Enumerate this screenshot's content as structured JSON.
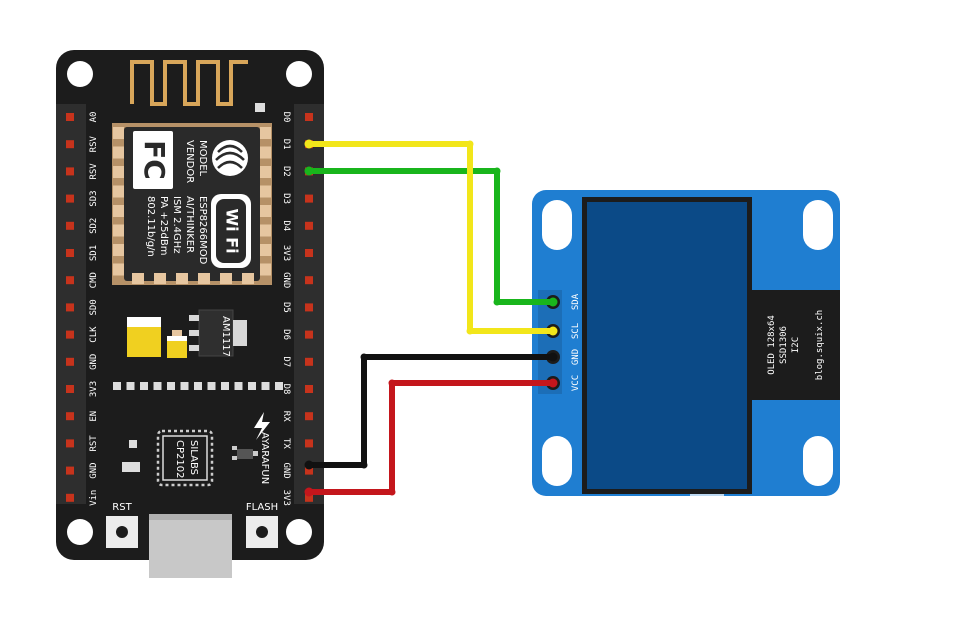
{
  "board": {
    "left_pins": [
      "A0",
      "RSV",
      "RSV",
      "SD3",
      "SD2",
      "SD1",
      "CMD",
      "SD0",
      "CLK",
      "GND",
      "3V3",
      "EN",
      "RST",
      "GND",
      "Vin"
    ],
    "right_pins": [
      "D0",
      "D1",
      "D2",
      "D3",
      "D4",
      "3V3",
      "GND",
      "D5",
      "D6",
      "D7",
      "D8",
      "RX",
      "TX",
      "GND",
      "3V3"
    ],
    "module_text": [
      "MODEL",
      "VENDOR",
      "ESP8266MOD",
      "AI/THINKER",
      "ISM 2.4GHz",
      "PA +25dBm",
      "802.11b/g/n"
    ],
    "fc_label": "FC",
    "wifi_label": "Wi Fi",
    "regulator_label": "AM1117",
    "usb_chip_line1": "SILABS",
    "usb_chip_line2": "CP2102",
    "brand_label": "AYARAFUN",
    "rst_button_label": "RST",
    "flash_button_label": "FLASH"
  },
  "oled": {
    "pins": [
      "SDA",
      "SCL",
      "GND",
      "VCC"
    ],
    "label_lines": [
      "OLED 128x64",
      "SSD1306",
      "I2C",
      "blog.squix.ch"
    ]
  },
  "wires": [
    {
      "from": "D1",
      "to": "SCL",
      "color": "#f2e61a"
    },
    {
      "from": "D2",
      "to": "SDA",
      "color": "#19b51c"
    },
    {
      "from": "GND",
      "to": "GND",
      "color": "#111111"
    },
    {
      "from": "3V3",
      "to": "VCC",
      "color": "#c4161c"
    }
  ],
  "colors": {
    "board": "#1c1c1c",
    "header": "#2e2e2e",
    "pin_pad": "#c7331c",
    "oled_pcb": "#1f7ed1",
    "oled_screen": "#0b4a87",
    "module": "#2a2a2a",
    "pad_gold": "#e6c6a0"
  }
}
